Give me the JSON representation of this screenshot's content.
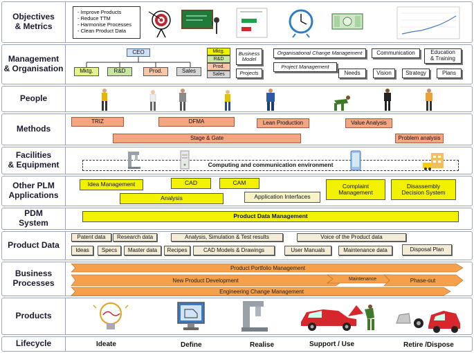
{
  "rows": [
    {
      "label": "Objectives\n& Metrics"
    },
    {
      "label": "Management\n& Organisation"
    },
    {
      "label": "People"
    },
    {
      "label": "Methods"
    },
    {
      "label": "Facilities\n& Equipment"
    },
    {
      "label": "Other PLM\nApplications"
    },
    {
      "label": "PDM\nSystem"
    },
    {
      "label": "Product Data"
    },
    {
      "label": "Business\nProcesses"
    },
    {
      "label": "Products"
    },
    {
      "label": "Lifecycle"
    }
  ],
  "objectives": [
    "- Improve Products",
    "- Reduce TTM",
    "- Harmonise Processes",
    "- Clean Product Data"
  ],
  "management": {
    "ceo": "CEO",
    "depts": [
      "Mktg.",
      "R&D",
      "Prod.",
      "Sales"
    ],
    "stack": [
      "Mktg.",
      "R&D",
      "Prod.",
      "Sales"
    ],
    "business_model": "Business\nModel",
    "projects": "Projects",
    "ocm": "Organisational Change Management",
    "pm": "Project Management",
    "communication": "Communication",
    "education": "Education\n& Training",
    "needs": "Needs",
    "vision": "Vision",
    "strategy": "Strategy",
    "plans": "Plans"
  },
  "methods": {
    "triz": "TRIZ",
    "dfma": "DFMA",
    "lean": "Lean Production",
    "value": "Value Analysis",
    "stage": "Stage & Gate",
    "problem": "Problem analysis"
  },
  "facilities": {
    "env": "Computing and communication environment"
  },
  "apps": {
    "idea": "Idea Management",
    "cad": "CAD",
    "cam": "CAM",
    "analysis": "Analysis",
    "interfaces": "Application Interfaces",
    "complaint": "Complaint\nManagement",
    "disassembly": "Disassembly\nDecision System"
  },
  "pdm": {
    "label": "Product Data Management"
  },
  "product_data": {
    "patent": "Patent data",
    "research": "Research data",
    "analysis": "Analysis, Simulation & Test results",
    "voice": "Voice of the Product data",
    "ideas": "Ideas",
    "specs": "Specs",
    "master": "Master data",
    "recipes": "Recipes",
    "cad_models": "CAD Models & Drawings",
    "manuals": "User Manuals",
    "maintenance": "Maintenance data",
    "disposal": "Disposal Plan"
  },
  "processes": {
    "portfolio": "Product Portfolio Management",
    "npd": "New Product Development",
    "maintenance": "Maintenance",
    "phaseout": "Phase-out",
    "ecm": "Engineering Change Management"
  },
  "lifecycle": [
    "Ideate",
    "Define",
    "Realise",
    "Support / Use",
    "Retire /Dispose"
  ],
  "colors": {
    "yellow": "#f2f200",
    "orange": "#f4a582",
    "arrow": "#f5a04a"
  }
}
